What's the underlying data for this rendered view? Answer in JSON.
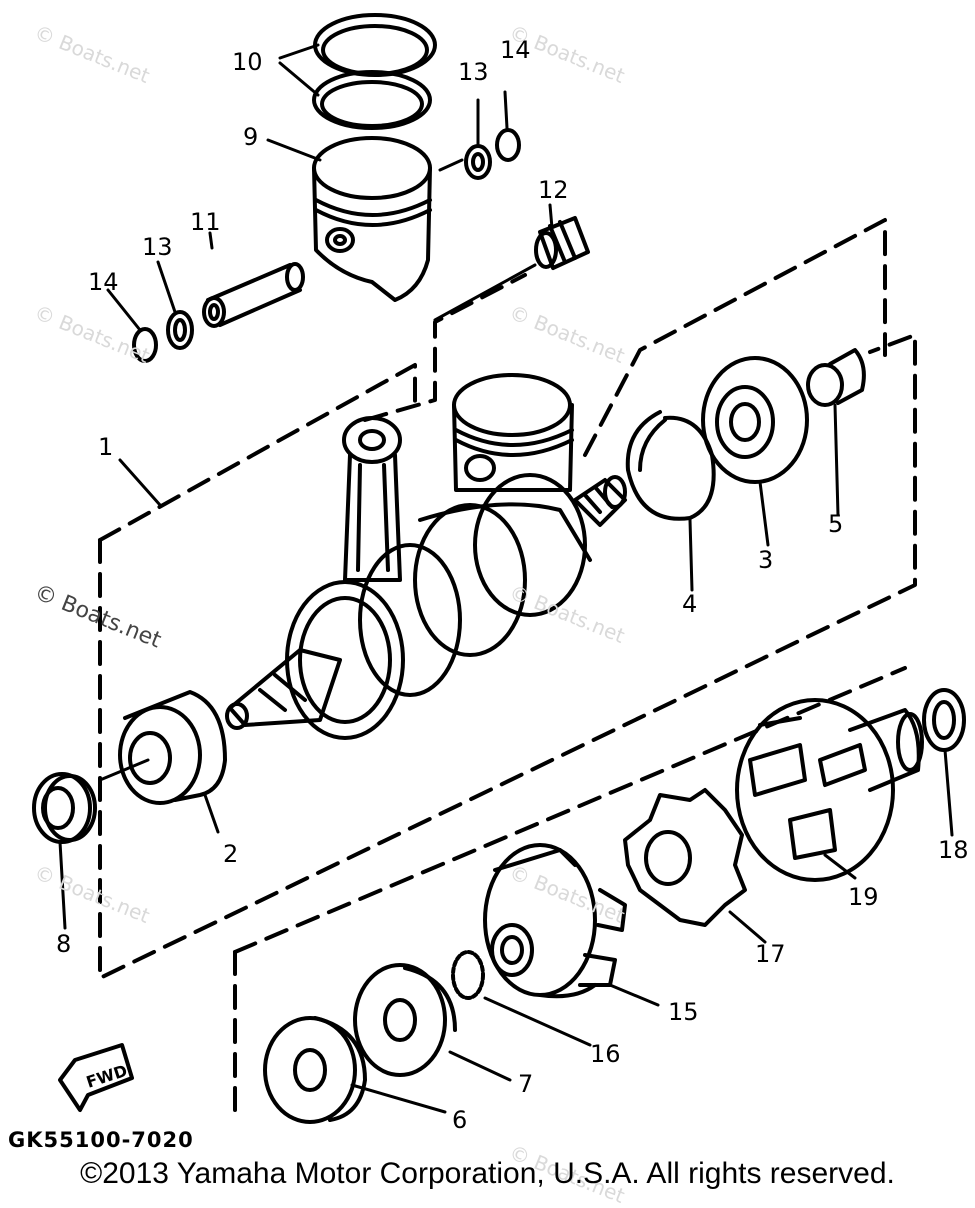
{
  "watermark_text": "© Boats.net",
  "diagram_code": "GK55100-7020",
  "copyright": "©2013 Yamaha Motor Corporation, U.S.A. All rights reserved.",
  "fwd_label": "FWD",
  "callouts": {
    "n1": "1",
    "n2": "2",
    "n3": "3",
    "n4": "4",
    "n5": "5",
    "n6": "6",
    "n7": "7",
    "n8": "8",
    "n9": "9",
    "n10": "10",
    "n11": "11",
    "n12": "12",
    "n13a": "13",
    "n13b": "13",
    "n14a": "14",
    "n14b": "14",
    "n15": "15",
    "n16": "16",
    "n17": "17",
    "n18": "18",
    "n19": "19"
  },
  "colors": {
    "ink": "#000000",
    "paper": "#ffffff",
    "watermark": "#d9d9d9"
  }
}
